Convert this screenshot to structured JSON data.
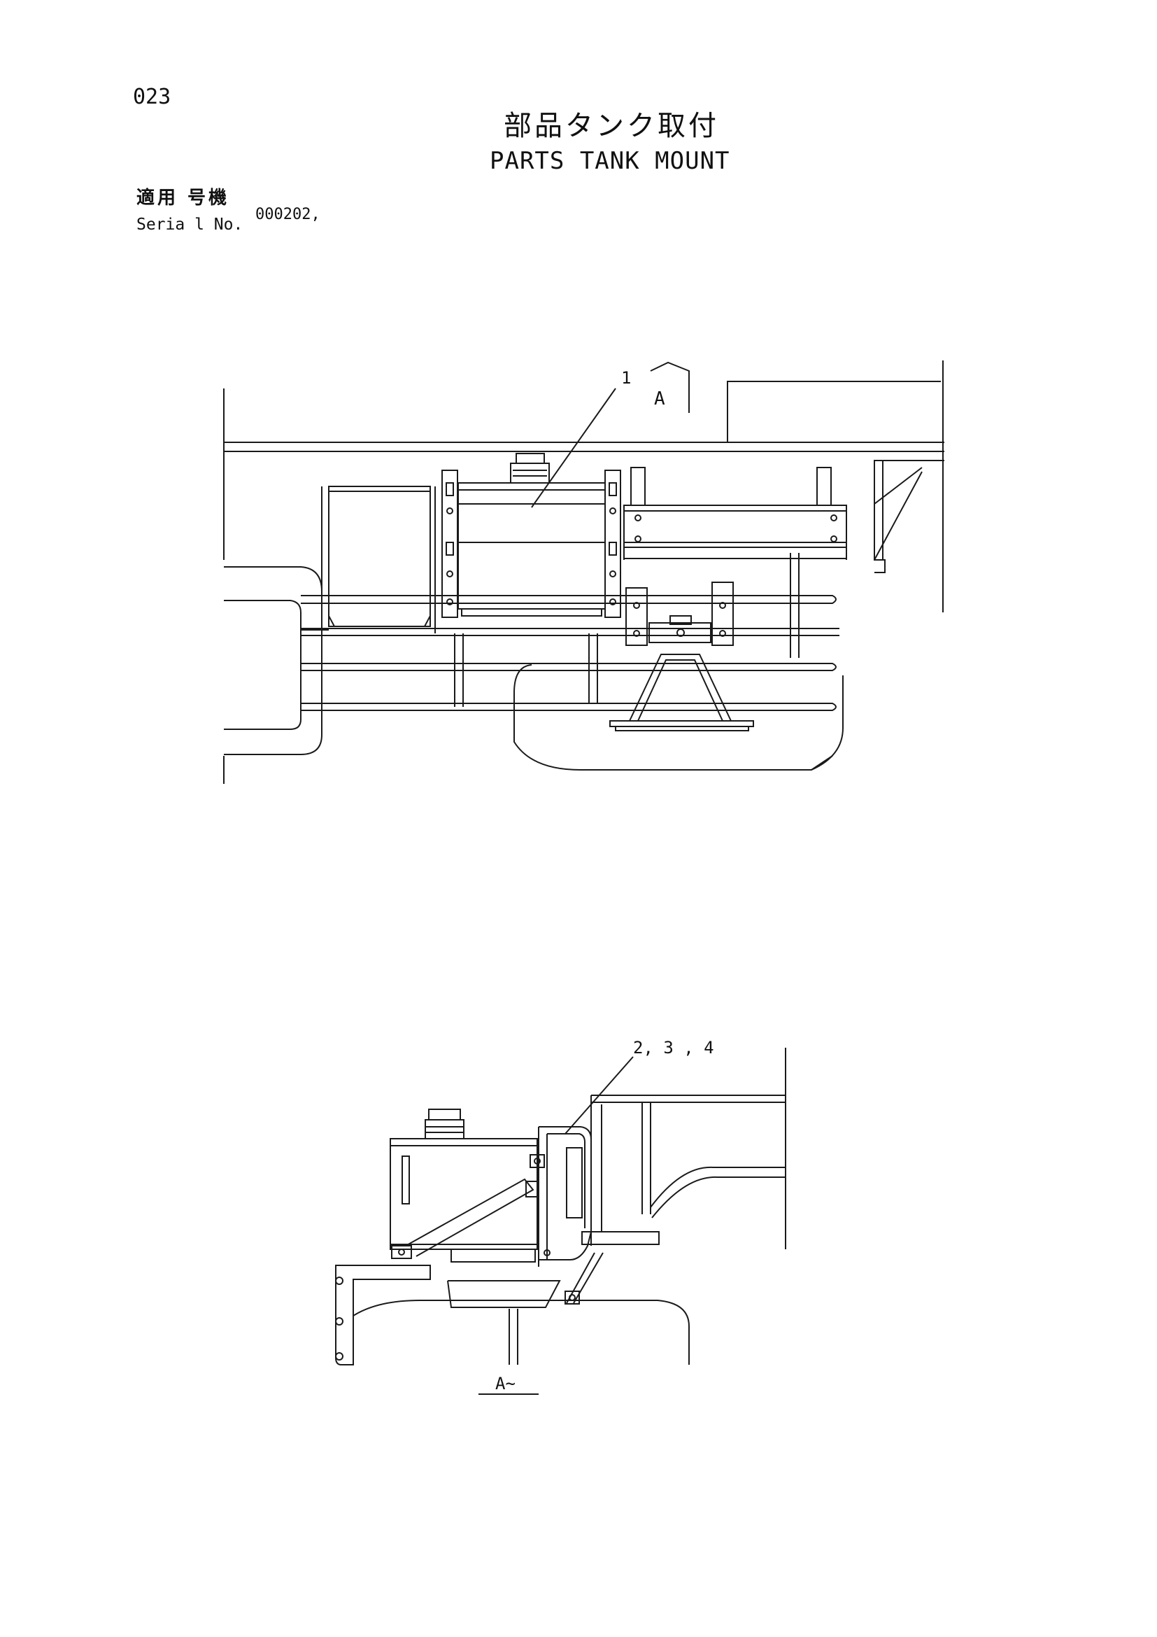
{
  "page_number": "023",
  "title_jp": "部品タンク取付",
  "title_en": "PARTS TANK MOUNT",
  "serial": {
    "label_jp": "適用 号機",
    "label_en": "Seria l No.",
    "value": "000202,"
  },
  "diagram": {
    "top_view": {
      "callouts": [
        {
          "label": "1"
        },
        {
          "label": "A"
        }
      ]
    },
    "side_view": {
      "callouts": [
        {
          "label": "2, 3 , 4"
        }
      ],
      "view_label": "A~"
    }
  }
}
